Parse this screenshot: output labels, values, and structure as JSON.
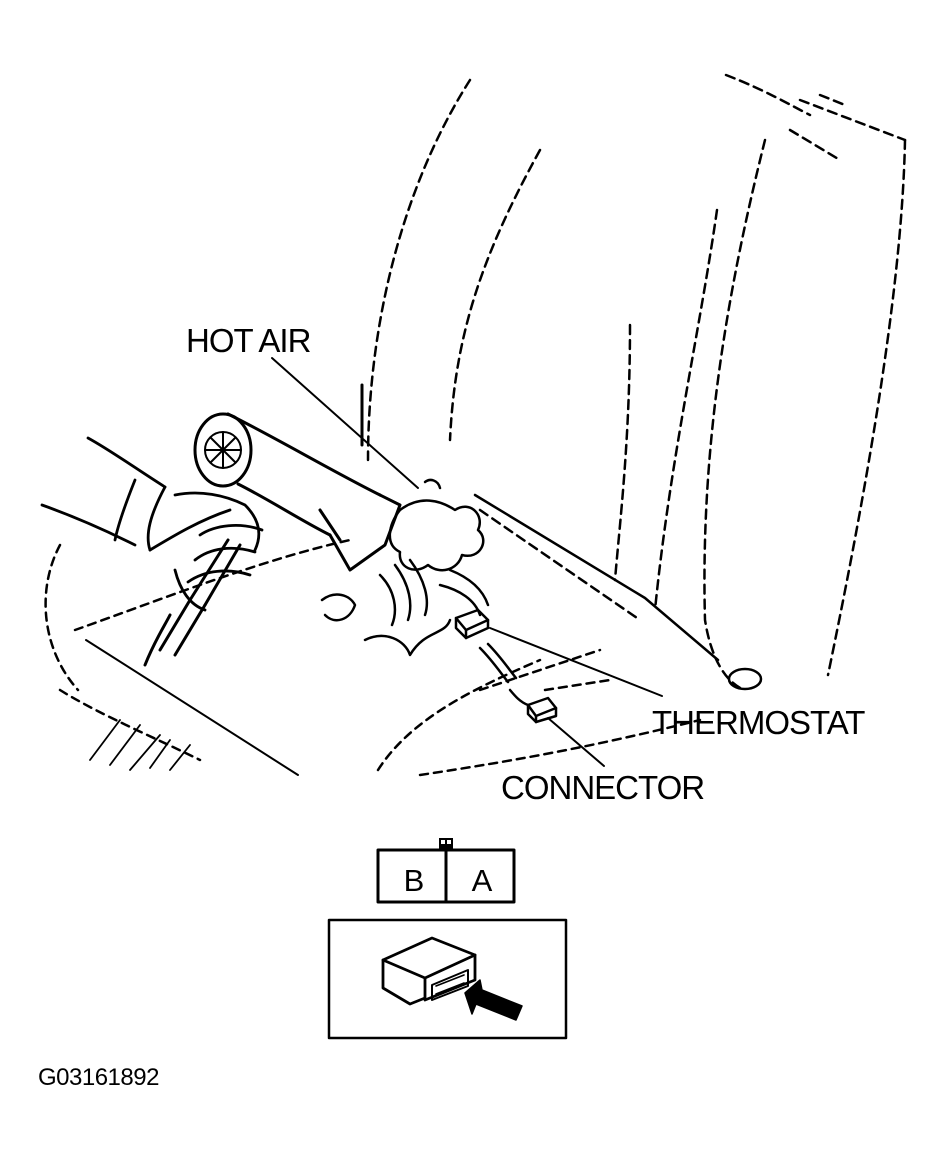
{
  "diagram": {
    "labels": {
      "hot_air": "HOT AIR",
      "thermostat": "THERMOSTAT",
      "connector": "CONNECTOR"
    },
    "connector_pins": [
      "B",
      "A"
    ],
    "figure_id": "G03161892",
    "icons": {
      "hair_dryer": "hair-dryer-icon",
      "hot_air_puff": "hot-air-puff-icon",
      "arrow": "arrow-icon"
    },
    "colors": {
      "line": "#000000",
      "background": "#ffffff"
    }
  }
}
